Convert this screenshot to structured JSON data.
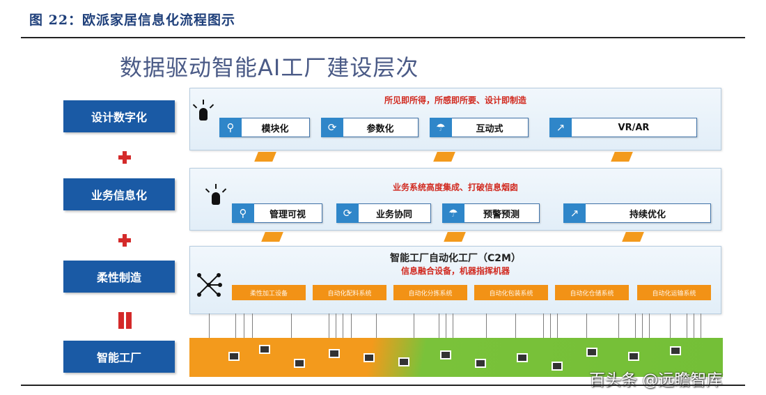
{
  "caption": "图 22：欧派家居信息化流程图示",
  "main_title": "数据驱动智能AI工厂建设层次",
  "left_labels": [
    "设计数字化",
    "业务信息化",
    "柔性制造",
    "智能工厂"
  ],
  "layers": [
    {
      "subtitle": "所见即所得，所感即所要、设计即制造",
      "items": [
        {
          "label": "模块化",
          "icon": "search-icon"
        },
        {
          "label": "参数化",
          "icon": "refresh-icon"
        },
        {
          "label": "互动式",
          "icon": "umbrella-icon"
        },
        {
          "label": "VR/AR",
          "icon": "line-chart-icon"
        }
      ]
    },
    {
      "subtitle": "业务系统高度集成、打破信息烟囱",
      "items": [
        {
          "label": "管理可视",
          "icon": "search-icon"
        },
        {
          "label": "业务协同",
          "icon": "refresh-icon"
        },
        {
          "label": "预警预测",
          "icon": "umbrella-icon"
        },
        {
          "label": "持续优化",
          "icon": "line-chart-icon"
        }
      ]
    }
  ],
  "c2m": {
    "title": "智能工厂自动化工厂（C2M）",
    "subtitle": "信息融合设备，机器指挥机器",
    "systems": [
      "柔性加工设备",
      "自动化配料系统",
      "自动化分拣系统",
      "自动化包装系统",
      "自动化仓储系统",
      "自动化运输系统"
    ]
  },
  "watermark": "百头条 @远瞻智库",
  "colors": {
    "label_blue": "#1a5aa5",
    "accent_red": "#d12a20",
    "orange": "#f29216",
    "green": "#74bf37"
  }
}
